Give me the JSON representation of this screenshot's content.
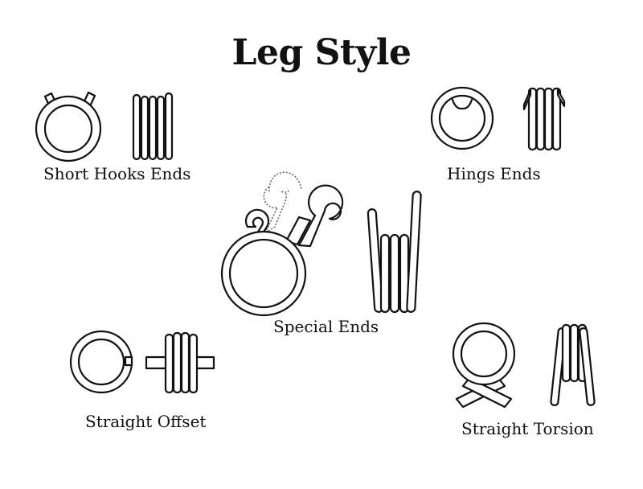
{
  "title": "Leg Style",
  "labels": {
    "short_hooks": "Short Hooks Ends",
    "hinge": "Hings Ends",
    "special": "Special Ends",
    "straight_offset": "Straight Offset",
    "straight_torsion": "Straight Torsion"
  }
}
